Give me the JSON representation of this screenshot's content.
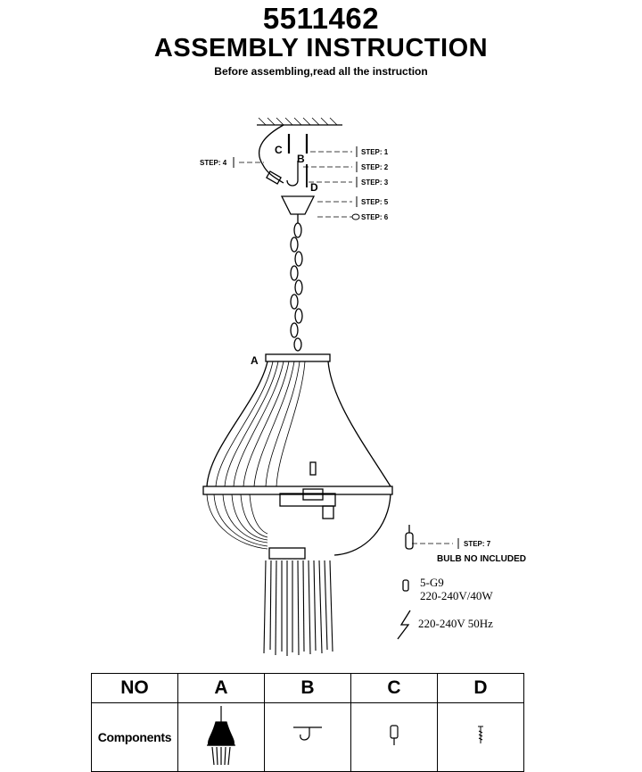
{
  "header": {
    "model": "5511462",
    "title": "ASSEMBLY  INSTRUCTION",
    "subtitle": "Before assembling,read all the instruction"
  },
  "steps": [
    "STEP: 1",
    "STEP: 2",
    "STEP: 3",
    "STEP: 4",
    "STEP: 5",
    "STEP: 6",
    "STEP: 7"
  ],
  "part_labels": {
    "a": "A",
    "b": "B",
    "c": "C",
    "d": "D"
  },
  "bulb": {
    "note": "BULB NO INCLUDED",
    "type": "5-G9",
    "rating": "220-240V/40W",
    "supply": "220-240V 50Hz"
  },
  "table": {
    "header": [
      "NO",
      "A",
      "B",
      "C",
      "D"
    ],
    "row_label": "Components",
    "components": [
      "chandelier-icon",
      "hook-icon",
      "wire-connector-icon",
      "screw-icon"
    ]
  }
}
